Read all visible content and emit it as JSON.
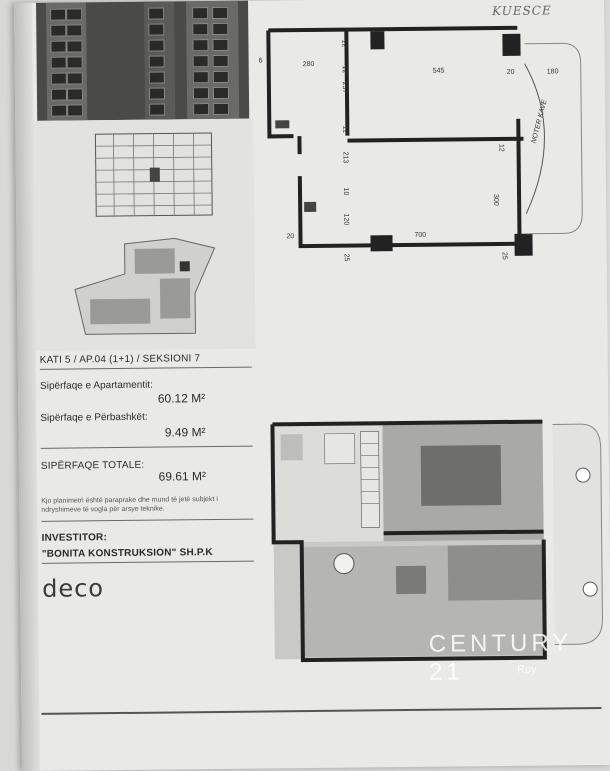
{
  "handwritten_note": "KUESCE",
  "apartment": {
    "title": "KATI 5 / AP.04 (1+1) / SEKSIONI 7",
    "apartment_area_label": "Sipërfaqe e Apartamentit:",
    "apartment_area_value": "60.12 M²",
    "shared_area_label": "Sipërfaqe e Përbashkët:",
    "shared_area_value": "9.49 M²",
    "total_area_label": "SIPËRFAQE TOTALE:",
    "total_area_value": "69.61 M²",
    "disclaimer": "Kjo planimetri është paraprake dhe mund të jetë subjekt i ndryshimeve të vogla për arsye teknike.",
    "investor_label": "INVESTITOR:",
    "investor_name": "\"BONITA KONSTRUKSION\" SH.P.K"
  },
  "logo": {
    "text": "deco"
  },
  "plan_dimensions": {
    "top_left_room": "280",
    "top_right_room": "545",
    "balcony": "180",
    "bottom_width": "700",
    "left_height": "300",
    "wall_12a": "12",
    "wall_12b": "12",
    "wall_12c": "12",
    "wall_12d": "12",
    "wall_257": "257",
    "wall_213": "213",
    "wall_120": "120",
    "wall_10": "10",
    "wall_20a": "20",
    "wall_20b": "20",
    "wall_25a": "25",
    "wall_25b": "25",
    "wall_6": "6",
    "wall_300": "300",
    "hw_plan_text": "NOTER KAVE"
  },
  "watermark": {
    "brand": "CENTURY 21",
    "sub": "Roy"
  }
}
